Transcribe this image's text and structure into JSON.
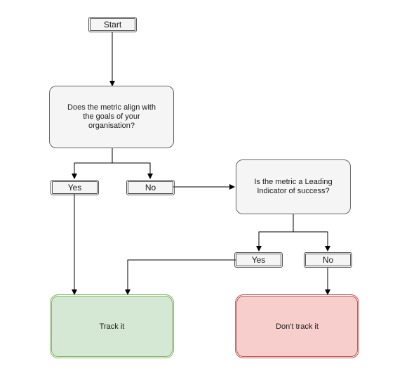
{
  "nodes": {
    "start": "Start",
    "q1": "Does the metric align with\nthe goals of your\norganisation?",
    "q1_yes": "Yes",
    "q1_no": "No",
    "q2": "Is the metric a Leading\nIndicator of success?",
    "q2_yes": "Yes",
    "q2_no": "No",
    "track": "Track it",
    "dont_track": "Don't track it"
  },
  "colors": {
    "track_fill": "#d5e8d4",
    "track_stroke": "#82b366",
    "dont_track_fill": "#f8cecc",
    "dont_track_stroke": "#b85450",
    "decision_fill": "#f5f5f5"
  }
}
